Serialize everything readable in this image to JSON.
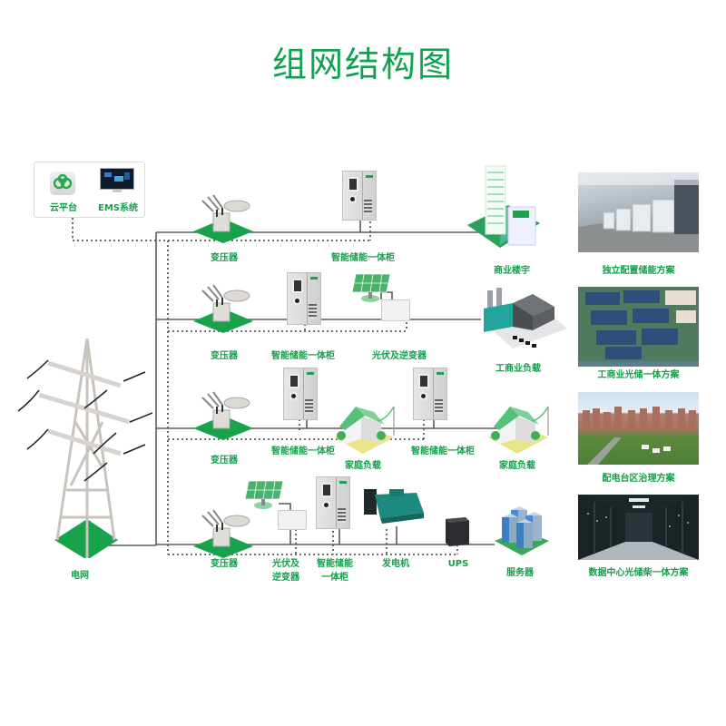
{
  "title": "组网结构图",
  "colors": {
    "brand_green": "#12a150",
    "line": "#555555",
    "dotted": "#555555"
  },
  "control": {
    "cloud_label": "云平台",
    "ems_label": "EMS系统"
  },
  "grid": {
    "label": "电网"
  },
  "rows": [
    {
      "transformer_label": "变压器",
      "devices": [
        "智能储能一体柜"
      ],
      "load_label": "商业楼宇",
      "solution_label": "独立配置储能方案"
    },
    {
      "transformer_label": "变压器",
      "devices": [
        "智能储能一体柜",
        "光伏及逆变器"
      ],
      "load_label": "工商业负载",
      "solution_label": "工商业光储一体方案"
    },
    {
      "transformer_label": "变压器",
      "devices": [
        "智能储能一体柜",
        "智能储能一体柜"
      ],
      "load_label": "家庭负载",
      "load_label_2": "家庭负载",
      "solution_label": "配电台区治理方案"
    },
    {
      "transformer_label": "变压器",
      "devices": [
        "光伏及\n逆变器",
        "智能储能\n一体柜",
        "发电机",
        "UPS"
      ],
      "device_lines": [
        [
          "光伏及",
          "逆变器"
        ],
        [
          "智能储能",
          "一体柜"
        ]
      ],
      "load_label": "服务器",
      "solution_label": "数据中心光储柴一体方案"
    }
  ]
}
